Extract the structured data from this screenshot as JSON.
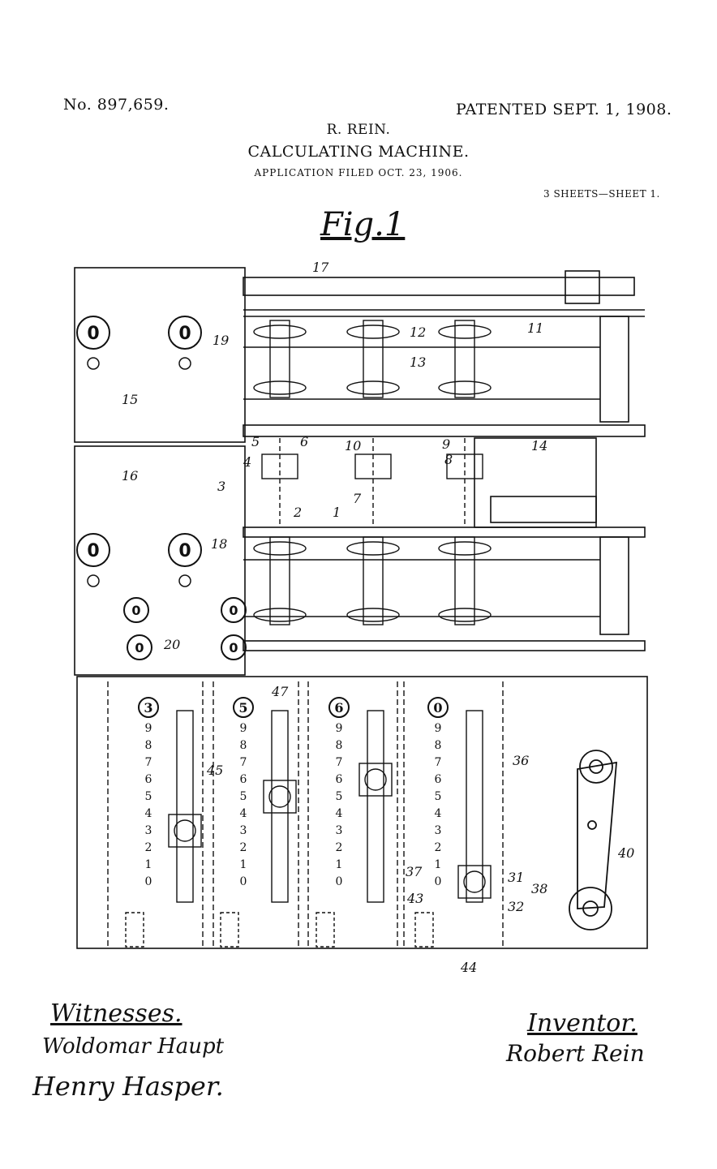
{
  "header": {
    "patent_number": "No. 897,659.",
    "patent_date": "PATENTED SEPT. 1, 1908.",
    "inventor_name": "R. REIN.",
    "title": "CALCULATING MACHINE.",
    "application": "APPLICATION FILED OCT. 23, 1906.",
    "sheets": "3 SHEETS—SHEET 1."
  },
  "figure": {
    "label": "Fig.1",
    "ref_numerals": [
      "17",
      "11",
      "12",
      "13",
      "19",
      "15",
      "14",
      "16",
      "6",
      "10",
      "9",
      "8",
      "5",
      "4",
      "3",
      "2",
      "1",
      "7",
      "18",
      "20",
      "47",
      "45",
      "36",
      "40",
      "37",
      "31",
      "38",
      "43",
      "32",
      "44"
    ],
    "upper_dials": [
      "0",
      "0",
      "0",
      "0"
    ],
    "lower_dials": [
      "0",
      "0",
      "0",
      "0"
    ],
    "slot_readouts": [
      "3",
      "5",
      "6",
      "0"
    ],
    "digit_scale": [
      "9",
      "8",
      "7",
      "6",
      "5",
      "4",
      "3",
      "2",
      "1",
      "0"
    ],
    "slider_positions": [
      3,
      5,
      6,
      0
    ]
  },
  "signatures": {
    "witnesses_label": "Witnesses.",
    "witness_1": "Woldomar Haupt",
    "witness_2": "Henry Hasper.",
    "inventor_label": "Inventor.",
    "inventor_signature": "Robert Rein"
  },
  "colors": {
    "ink": "#111111",
    "paper": "#ffffff"
  }
}
